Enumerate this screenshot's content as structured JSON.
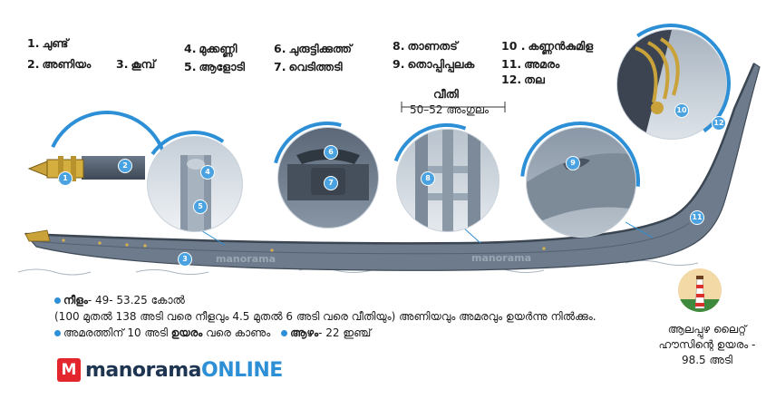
{
  "parts": [
    {
      "num": "1.",
      "name": "ചുണ്ട്"
    },
    {
      "num": "2.",
      "name": "അണിയം"
    },
    {
      "num": "3.",
      "name": "കൂമ്പ്"
    },
    {
      "num": "4.",
      "name": "മുക്കണ്ണി"
    },
    {
      "num": "5.",
      "name": "ആളോടി"
    },
    {
      "num": "6.",
      "name": "ചുരുട്ടിക്കുത്ത്"
    },
    {
      "num": "7.",
      "name": "വെടിത്തടി"
    },
    {
      "num": "8.",
      "name": "താണതട്"
    },
    {
      "num": "9.",
      "name": "തൊപ്പിപ്പലക"
    },
    {
      "num": "10 .",
      "name": "കണ്ണൻകുമിള"
    },
    {
      "num": "11.",
      "name": "അമരം"
    },
    {
      "num": "12.",
      "name": "തല"
    }
  ],
  "width_label": {
    "title": "വീതി",
    "value": "50–52 അംഗുലം"
  },
  "markers": [
    "1",
    "2",
    "3",
    "4",
    "5",
    "6",
    "7",
    "8",
    "9",
    "10",
    "11",
    "12"
  ],
  "watermark": "manorama",
  "info": {
    "length_label": "നീളം",
    "length_value": "- 49- 53.25 കോൽ",
    "length_note": "(100 മുതൽ 138 അടി വരെ നീളവും 4.5 മുതൽ 6 അടി വരെ വീതിയും) അണിയവും അമരവും ഉയർന്നു നിൽക്കും.",
    "height_pre": "അമരത്തിന് 10 അടി ",
    "height_bold": "ഉയരം",
    "height_post": " വരെ കാണും",
    "depth_label": "ആഴം",
    "depth_value": "- 22 ഇഞ്ച്"
  },
  "lighthouse": {
    "line1": "ആലപ്പുഴ ലൈറ്റ്",
    "line2": "ഹൗസിന്റെ ഉയരം -",
    "line3": "98.5 അടി"
  },
  "logo": {
    "brand": "manorama",
    "suffix": "ONLINE"
  },
  "colors": {
    "accent": "#2d8fd6",
    "hull": "#5f6f82",
    "logo_red": "#e3262d",
    "gold": "#c9a23a"
  }
}
